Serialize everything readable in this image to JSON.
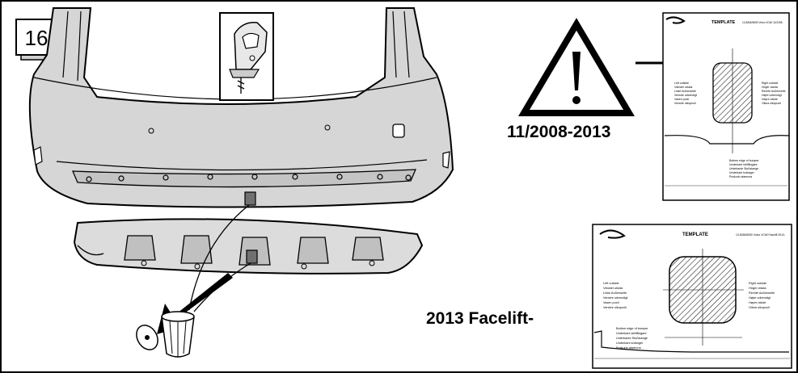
{
  "step_number": "16",
  "label_top": "11/2008-2013",
  "label_bottom": "2013 Facelift-",
  "template_top": {
    "title": "TEMPLATE",
    "code": "13-8266/5050 Volvo XC60 11/2008-",
    "left_side": [
      "Left outside",
      "Vänster utsida",
      "Linke Außenseite",
      "Venstre udvendigt",
      "Vasen puoli",
      "Venstre ulkopuoli"
    ],
    "right_side": [
      "Right outside",
      "Höger utsida",
      "Rechte Außenseite",
      "Højre udvendigt",
      "Høyre utside",
      "Oikea ulkopuoli"
    ],
    "bottom_edge": [
      "Bottom edge of bumper",
      "Underkant stötfångare",
      "Unterkante Stoßstange",
      "Underkant kofanger",
      "Puskurin alareuna"
    ]
  },
  "template_bottom": {
    "title": "TEMPLATE",
    "code": "13-8266/5050 Volvo XC60 Facelift 2013-",
    "left_side": [
      "Left outside",
      "Vänster utsida",
      "Linke Außenseite",
      "Venstre udvendigt",
      "Vasen puoli",
      "Venstre ulkopuoli"
    ],
    "right_side": [
      "Right outside",
      "Höger utsida",
      "Rechte Außenseite",
      "Højre udvendigt",
      "Høyre utside",
      "Oikea ulkopuoli"
    ],
    "bottom_edge": [
      "Bottom edge of bumper",
      "Underkant stötfångare",
      "Unterkante Stoßstange",
      "Underkant kofanger",
      "Puskurin alareuna"
    ]
  },
  "icons": [
    "jigsaw-icon",
    "warning-triangle-icon",
    "trash-bin-icon"
  ]
}
